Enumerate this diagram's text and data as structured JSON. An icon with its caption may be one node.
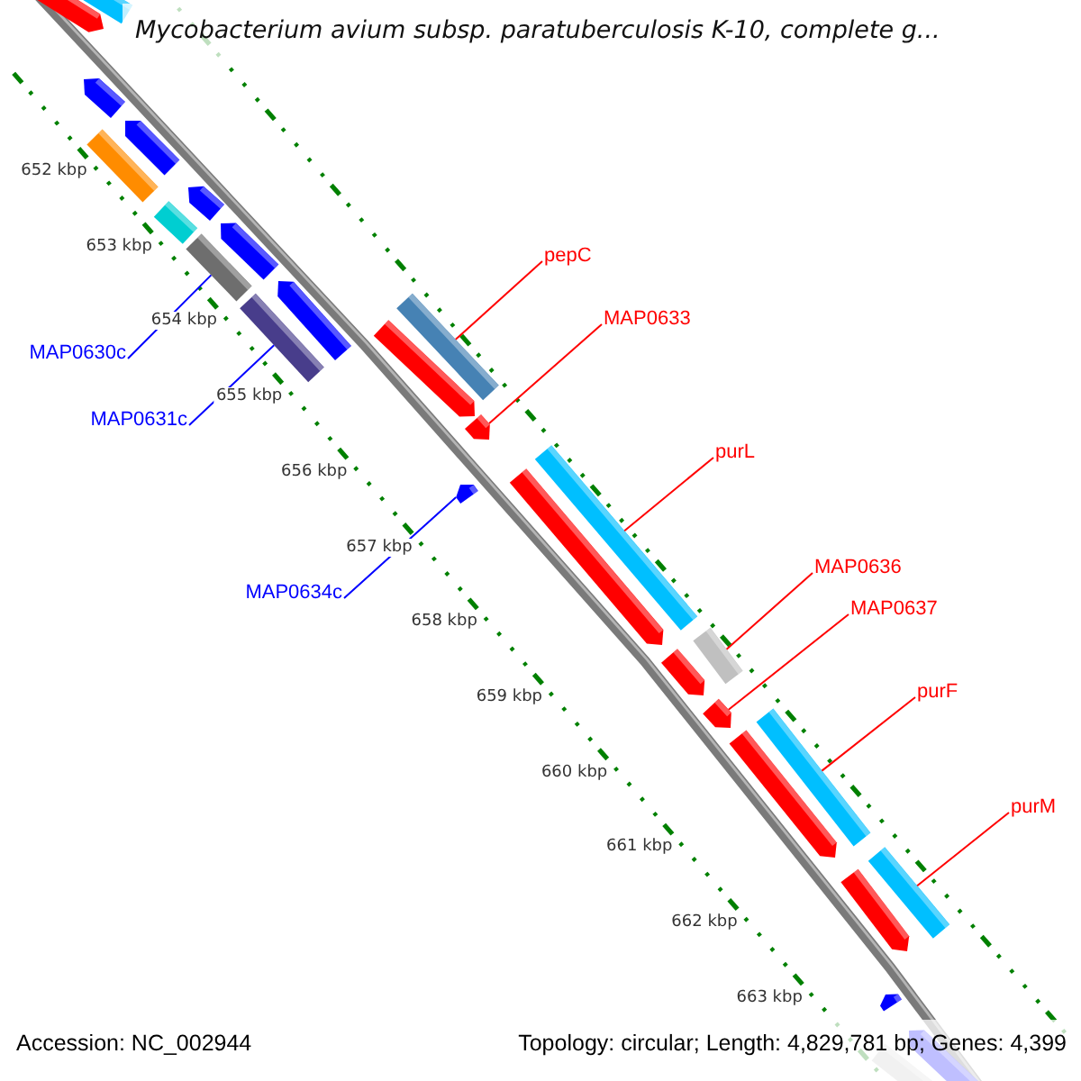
{
  "diagram": {
    "title": "Mycobacterium avium subsp. paratuberculosis K-10, complete g...",
    "nodes": [
      {
        "text": [
          "pepC"
        ]
      },
      {
        "text": [],
        "shape": "bar"
      },
      {
        "text": [
          "MAP0633"
        ]
      },
      {
        "text": [],
        "shape": "bar"
      },
      {
        "text": [
          "MAP0630c"
        ]
      },
      {
        "text": [],
        "shape": "bar"
      },
      {
        "text": [
          "MAP0631c"
        ]
      },
      {
        "text": [],
        "shape": "bar"
      },
      {
        "text": [
          "purL"
        ]
      },
      {
        "text": [],
        "shape": "bar"
      },
      {
        "text": [
          "MAP0636"
        ]
      },
      {
        "text": [],
        "shape": "bar"
      },
      {
        "text": [
          "MAP0634c"
        ]
      },
      {
        "text": [],
        "shape": "bar"
      },
      {
        "text": [
          "MAP0637"
        ]
      },
      {
        "text": [],
        "shape": "bar"
      },
      {
        "text": [
          "purF"
        ]
      },
      {
        "text": [],
        "shape": "bar"
      },
      {
        "text": [
          "purM"
        ]
      },
      {
        "text": [],
        "shape": "bar"
      }
    ],
    "edges": [
      {
        "from": 0,
        "to": 1,
        "arrow": "none"
      },
      {
        "from": 2,
        "to": 3,
        "arrow": "none"
      },
      {
        "from": 4,
        "to": 5,
        "arrow": "none",
        "color": "#0000ff"
      },
      {
        "from": 6,
        "to": 7,
        "arrow": "none",
        "color": "#0000ff"
      },
      {
        "from": 8,
        "to": 9,
        "arrow": "none"
      },
      {
        "from": 10,
        "to": 11,
        "arrow": "none"
      },
      {
        "from": 12,
        "to": 13,
        "arrow": "none",
        "color": "#0000ff"
      },
      {
        "from": 14,
        "to": 15,
        "arrow": "none"
      },
      {
        "from": 16,
        "to": 17,
        "arrow": "none"
      },
      {
        "from": 18,
        "to": 19,
        "arrow": "none"
      }
    ],
    "labels": [
      "652 kbp",
      "653 kbp",
      "654 kbp",
      "655 kbp",
      "656 kbp",
      "657 kbp",
      "658 kbp",
      "659 kbp",
      "660 kbp",
      "661 kbp",
      "662 kbp",
      "663 kbp",
      "Accession: NC_002944",
      "Topology: circular; Length: 4,829,781 bp; Genes: 4,399"
    ]
  }
}
